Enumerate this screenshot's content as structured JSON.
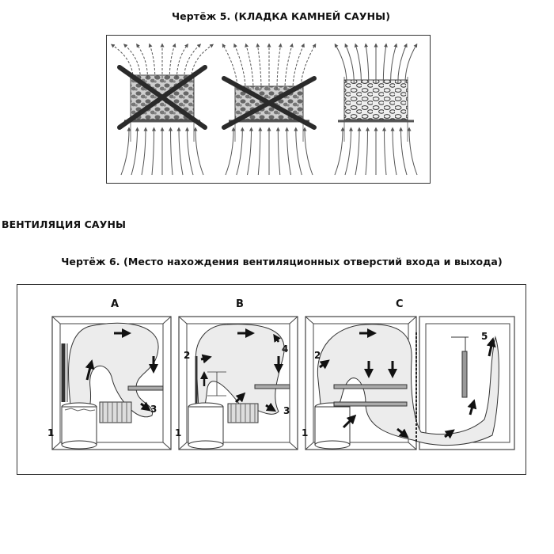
{
  "figure5": {
    "title": "Чертёж 5. (КЛАДКА КАМНЕЙ САУНЫ)",
    "panels": [
      {
        "crossed": true
      },
      {
        "crossed": true
      },
      {
        "crossed": false
      }
    ]
  },
  "section": {
    "heading": "ВЕНТИЛЯЦИЯ САУНЫ"
  },
  "figure6": {
    "title": "Чертёж 6. (Место нахождения вентиляционных отверстий входа и выхода)",
    "panels": [
      {
        "label": "A",
        "numbers": [
          "1",
          "3"
        ]
      },
      {
        "label": "B",
        "numbers": [
          "1",
          "2",
          "3",
          "4"
        ]
      },
      {
        "label": "C",
        "numbers": [
          "1",
          "2",
          "5"
        ]
      }
    ]
  }
}
